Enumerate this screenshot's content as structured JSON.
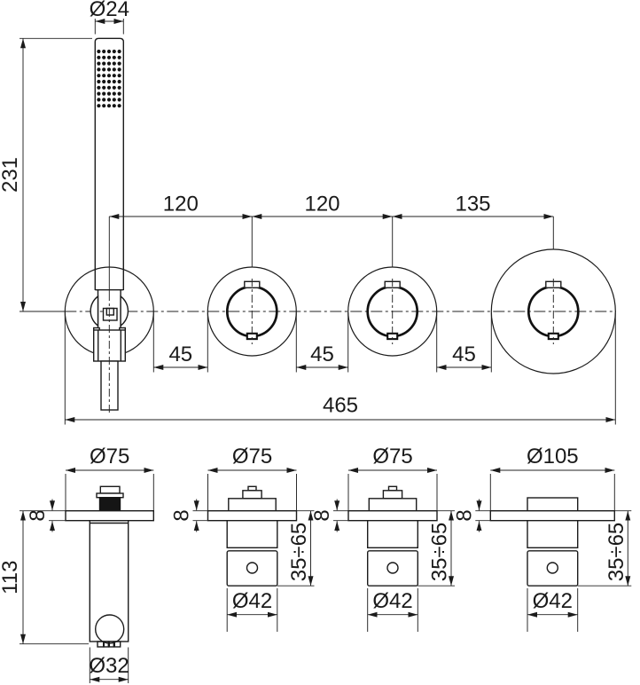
{
  "front_view": {
    "handshower": {
      "diameter": "Ø24",
      "length": "231"
    },
    "spacings": {
      "c1_c2": "120",
      "c2_c3": "120",
      "c3_c4": "135"
    },
    "edge_gaps": {
      "g1": "45",
      "g2": "45",
      "g3": "45"
    },
    "total_width": "465"
  },
  "side_views": {
    "unit1": {
      "plate_diameter": "Ø75",
      "plate_thickness": "8",
      "spout_projection": "113",
      "spout_diameter": "Ø32"
    },
    "unit2": {
      "plate_diameter": "Ø75",
      "plate_thickness": "8",
      "handle_projection": "35÷65",
      "handle_diameter": "Ø42"
    },
    "unit3": {
      "plate_diameter": "Ø75",
      "plate_thickness": "8",
      "handle_projection": "35÷65",
      "handle_diameter": "Ø42"
    },
    "unit4": {
      "plate_diameter": "Ø105",
      "plate_thickness": "8",
      "handle_projection": "35÷65",
      "handle_diameter": "Ø42"
    }
  },
  "line_color": "#1b1b1b",
  "background_color": "#ffffff"
}
